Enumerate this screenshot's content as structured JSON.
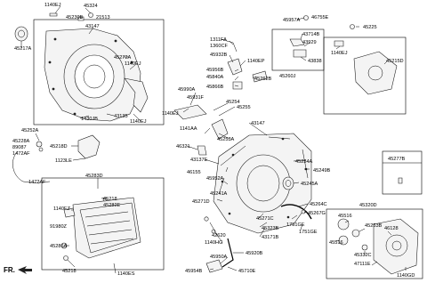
{
  "diagram": {
    "labels": [
      {
        "id": "l1140EJ_a",
        "text": "1140EJ"
      },
      {
        "id": "l45324",
        "text": "45324"
      },
      {
        "id": "l45230B",
        "text": "45230B"
      },
      {
        "id": "l21513",
        "text": "21513"
      },
      {
        "id": "l43147_a",
        "text": "43147"
      },
      {
        "id": "l45217A",
        "text": "45217A"
      },
      {
        "id": "l45272A",
        "text": "45272A"
      },
      {
        "id": "l1140EJ_b",
        "text": "1140EJ"
      },
      {
        "id": "l1430JB",
        "text": "1430JB"
      },
      {
        "id": "l43135",
        "text": "43135"
      },
      {
        "id": "l1140EJ_c",
        "text": "1140EJ"
      },
      {
        "id": "l45252A",
        "text": "45252A"
      },
      {
        "id": "l45228A",
        "text": "45228A"
      },
      {
        "id": "l89087",
        "text": "89087"
      },
      {
        "id": "l1472AF_a",
        "text": "1472AF"
      },
      {
        "id": "l45218D",
        "text": "45218D"
      },
      {
        "id": "l1123LE",
        "text": "1123LE"
      },
      {
        "id": "l1472AF_b",
        "text": "1472AF"
      },
      {
        "id": "l45283D",
        "text": "45283D"
      },
      {
        "id": "l45218_a",
        "text": "45218"
      },
      {
        "id": "l45282E",
        "text": "45282E"
      },
      {
        "id": "l1140FZ",
        "text": "1140FZ"
      },
      {
        "id": "l91980Z",
        "text": "91980Z"
      },
      {
        "id": "l45286A",
        "text": "45286A"
      },
      {
        "id": "l45218_b",
        "text": "45218"
      },
      {
        "id": "l1140ES",
        "text": "1140ES"
      },
      {
        "id": "l1311FA",
        "text": "1311FA"
      },
      {
        "id": "l1360CF",
        "text": "1360CF"
      },
      {
        "id": "l45932B",
        "text": "45932B"
      },
      {
        "id": "l1140EP",
        "text": "1140EP"
      },
      {
        "id": "l45956B",
        "text": "45956B"
      },
      {
        "id": "l45840A",
        "text": "45840A"
      },
      {
        "id": "l45866B",
        "text": "45866B"
      },
      {
        "id": "l45262B",
        "text": "45262B"
      },
      {
        "id": "l45260J",
        "text": "45260J"
      },
      {
        "id": "l45990A",
        "text": "45990A"
      },
      {
        "id": "l45931F",
        "text": "45931F"
      },
      {
        "id": "l1140EJ_d",
        "text": "1140EJ"
      },
      {
        "id": "l45254",
        "text": "45254"
      },
      {
        "id": "l45255",
        "text": "45255"
      },
      {
        "id": "l43147_b",
        "text": "43147"
      },
      {
        "id": "l1141AA",
        "text": "1141AA"
      },
      {
        "id": "l45253A",
        "text": "45253A"
      },
      {
        "id": "l46321",
        "text": "46321"
      },
      {
        "id": "l43137E",
        "text": "43137E"
      },
      {
        "id": "l46155",
        "text": "46155"
      },
      {
        "id": "l45952A",
        "text": "45952A"
      },
      {
        "id": "l45241A",
        "text": "45241A"
      },
      {
        "id": "l45271D",
        "text": "45271D"
      },
      {
        "id": "l45254A",
        "text": "45254A"
      },
      {
        "id": "l45249B",
        "text": "45249B"
      },
      {
        "id": "l45245A",
        "text": "45245A"
      },
      {
        "id": "l45264C",
        "text": "45264C"
      },
      {
        "id": "l45267G",
        "text": "45267G"
      },
      {
        "id": "l45271C",
        "text": "45271C"
      },
      {
        "id": "l1751GE_a",
        "text": "1751GE"
      },
      {
        "id": "l1751GE_b",
        "text": "1751GE"
      },
      {
        "id": "l45323B",
        "text": "45323B"
      },
      {
        "id": "l43171B",
        "text": "43171B"
      },
      {
        "id": "l42620",
        "text": "42620"
      },
      {
        "id": "l1140HG",
        "text": "1140HG"
      },
      {
        "id": "l45920B",
        "text": "45920B"
      },
      {
        "id": "l45950A",
        "text": "45950A"
      },
      {
        "id": "l45954B",
        "text": "45954B"
      },
      {
        "id": "l45710E",
        "text": "45710E"
      },
      {
        "id": "l45957A",
        "text": "45957A"
      },
      {
        "id": "l46755E",
        "text": "46755E"
      },
      {
        "id": "l43714B",
        "text": "43714B"
      },
      {
        "id": "l43929",
        "text": "43929"
      },
      {
        "id": "l43838",
        "text": "43838"
      },
      {
        "id": "l45225",
        "text": "45225"
      },
      {
        "id": "l1140EJ_e",
        "text": "1140EJ"
      },
      {
        "id": "l45215D",
        "text": "45215D"
      },
      {
        "id": "l45277B",
        "text": "45277B"
      },
      {
        "id": "l45320D",
        "text": "45320D"
      },
      {
        "id": "l45516_a",
        "text": "45516"
      },
      {
        "id": "l45253B",
        "text": "45253B"
      },
      {
        "id": "l45516_b",
        "text": "45516"
      },
      {
        "id": "l46128",
        "text": "46128"
      },
      {
        "id": "l45332C",
        "text": "45332C"
      },
      {
        "id": "l47111E",
        "text": "47111E"
      },
      {
        "id": "l1140GD",
        "text": "1140GD"
      }
    ],
    "direction_label": "FR."
  }
}
